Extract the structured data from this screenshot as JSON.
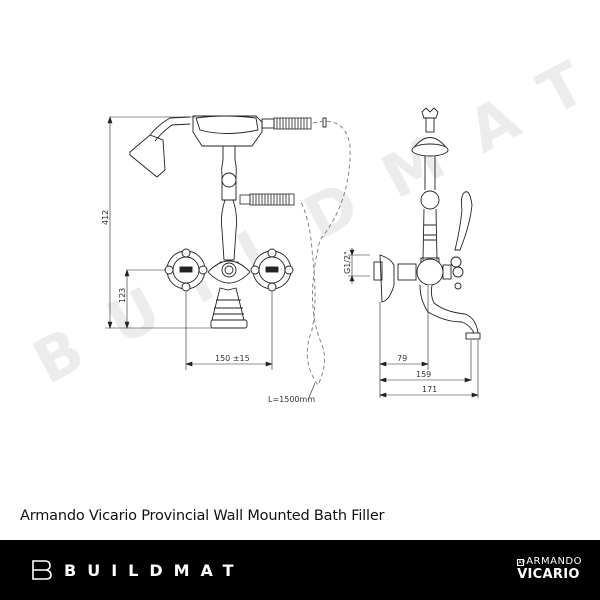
{
  "drawing": {
    "watermark": "BUILDMAT",
    "front_view": {
      "height_total": "412",
      "height_inlet": "123",
      "centres": "150 ±15",
      "hose_length": "L=1500mm"
    },
    "side_view": {
      "thread": "G1/2\"",
      "dim_outlet_centre": "79",
      "dim_spout": "159",
      "dim_overall": "171"
    },
    "line_color": "#222222",
    "watermark_color": "#ececec"
  },
  "caption": "Armando Vicario Provincial Wall Mounted Bath Filler",
  "footer": {
    "background": "#000000",
    "brand_name": "BUILDMAT",
    "partner_logo_top": "ARMANDO",
    "partner_logo_bottom": "VICARIO",
    "partner_logo_mark": "AV"
  }
}
